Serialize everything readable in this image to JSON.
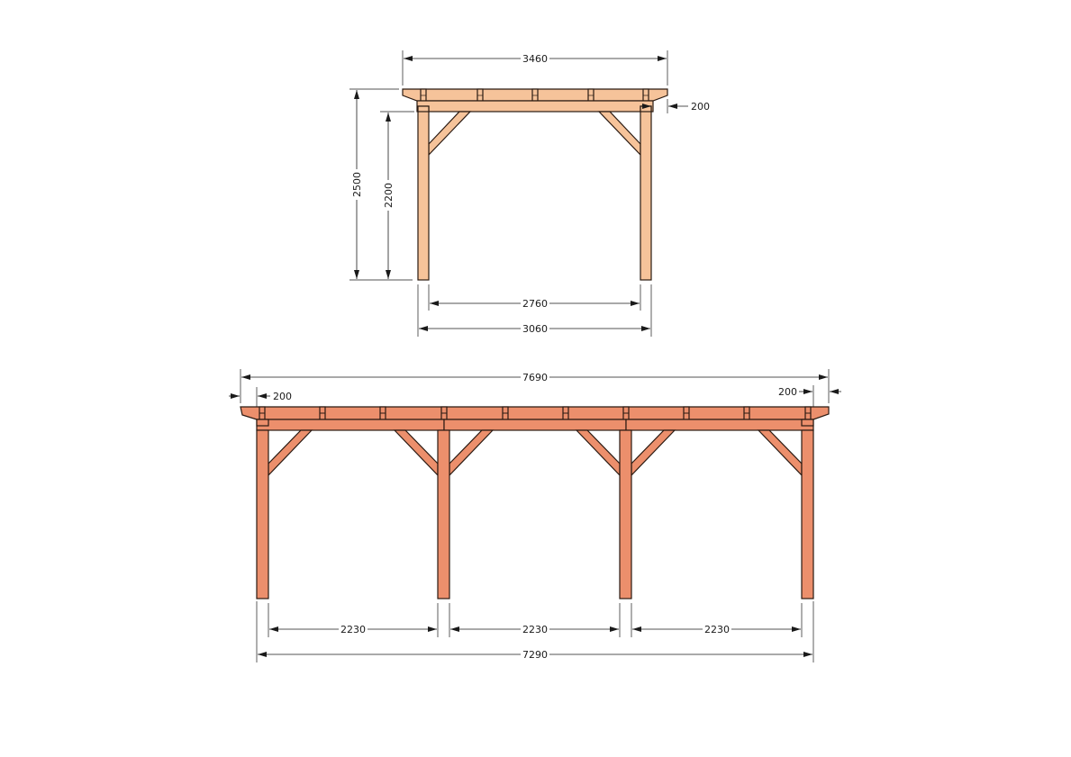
{
  "colors": {
    "side_view_wood": "#f6c39a",
    "front_view_wood": "#ec8f6c",
    "outline": "#2a1a12",
    "dimension_line": "#1a1a1a",
    "background": "#ffffff"
  },
  "side_view": {
    "dimensions": {
      "roof_width": "3460",
      "overhang": "200",
      "total_height": "2500",
      "clear_height": "2200",
      "inner_post_span": "2760",
      "outer_post_span": "3060"
    }
  },
  "front_view": {
    "dimensions": {
      "roof_length": "7690",
      "overhang_left": "200",
      "overhang_right": "200",
      "bay_1": "2230",
      "bay_2": "2230",
      "bay_3": "2230",
      "outer_post_span": "7290"
    }
  }
}
